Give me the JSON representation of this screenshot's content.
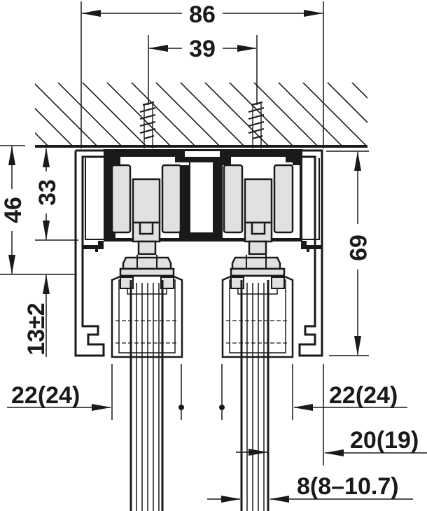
{
  "diagram": {
    "type": "technical-cross-section",
    "subject": "sliding door top track with two running gears",
    "colors": {
      "line": "#1a1a1a",
      "fill_gray": "#e1e1e1",
      "background": "#ffffff"
    },
    "dimensions": {
      "overall_width": "86",
      "screw_spacing": "39",
      "left_total_height": "46",
      "left_upper_height": "33",
      "left_gap": "13±2",
      "right_track_height": "69",
      "left_offset": "22(24)",
      "right_offset": "22(24)",
      "right_edge_offset": "20(19)",
      "door_thickness": "8(8–10.7)"
    }
  }
}
